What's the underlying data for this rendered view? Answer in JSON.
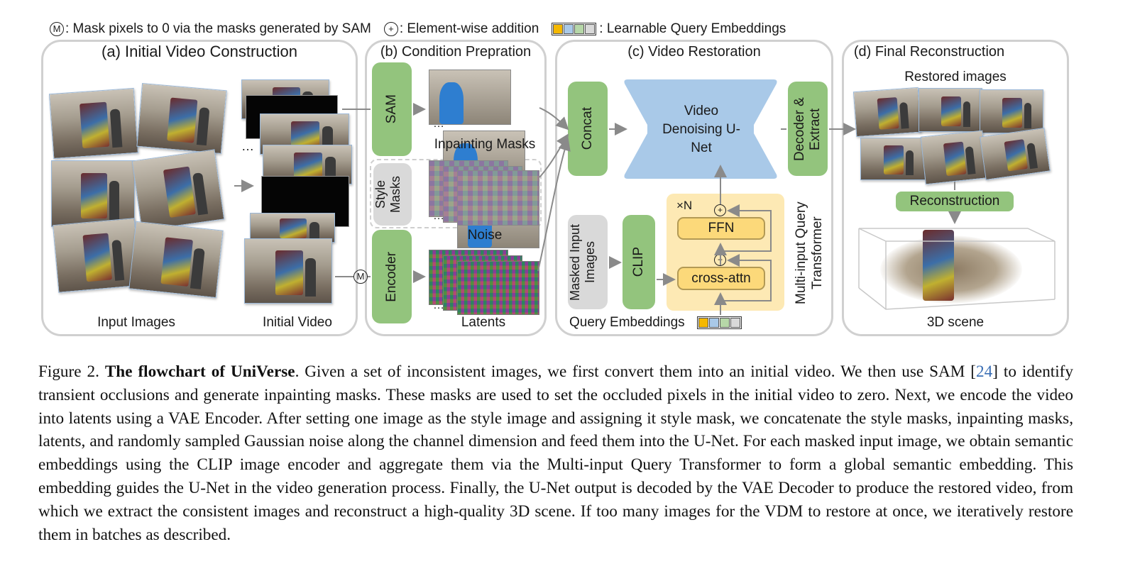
{
  "legend": {
    "mask_symbol": "M",
    "mask_text": ": Mask pixels to 0 via the masks generated by SAM",
    "add_symbol": "+",
    "add_text": ": Element-wise addition",
    "query_text": ": Learnable Query Embeddings"
  },
  "panel_a": {
    "title": "(a) Initial Video Construction",
    "input_label": "Input Images",
    "video_label": "Initial Video",
    "dots": "…"
  },
  "panel_b": {
    "title": "(b) Condition Prepration",
    "sam": "SAM",
    "style_masks": "Style Masks",
    "encoder": "Encoder",
    "inpainting_label": "Inpainting Masks",
    "noise_label": "Noise",
    "latents_label": "Latents",
    "dots": "…"
  },
  "panel_c": {
    "title": "(c) Video Restoration",
    "concat": "Concat",
    "unet": "Video Denoising U-Net",
    "decoder": "Decoder & Extract",
    "masked_input": "Masked Input Images",
    "clip": "CLIP",
    "xn": "×N",
    "ffn": "FFN",
    "cross_attn": "cross-attn",
    "transformer": "Multi-input Query Transformer",
    "query_label": "Query Embeddings"
  },
  "panel_d": {
    "title": "(d) Final Reconstruction",
    "restored_label": "Restored images",
    "reconstruction": "Reconstruction",
    "scene_label": "3D scene"
  },
  "colors": {
    "green": "#93c47d",
    "blue": "#a9c9e8",
    "yellow_bg": "#fde9b4",
    "yellow_btn": "#fcd97a",
    "grey": "#d9d9d9",
    "cite": "#3b6fb5",
    "query_squares": [
      "#f5b800",
      "#a9c9e8",
      "#b6d7a8",
      "#d9d9d9"
    ]
  },
  "caption": {
    "figure": "Figure 2.",
    "bold_title": "The flowchart of UniVerse",
    "text_1": ". Given a set of inconsistent images, we first convert them into an initial video. We then use SAM [",
    "cite": "24",
    "text_2": "] to identify transient occlusions and generate inpainting masks. These masks are used to set the occluded pixels in the initial video to zero. Next, we encode the video into latents using a VAE Encoder. After setting one image as the style image and assigning it style mask, we concatenate the style masks, inpainting masks, latents, and randomly sampled Gaussian noise along the channel dimension and feed them into the U-Net. For each masked input image, we obtain semantic embeddings using the CLIP image encoder and aggregate them via the Multi-input Query Transformer to form a global semantic embedding. This embedding guides the U-Net in the video generation process. Finally, the U-Net output is decoded by the VAE Decoder to produce the restored video, from which we extract the consistent images and reconstruct a high-quality 3D scene. If too many images for the VDM to restore at once, we iteratively restore them in batches as described."
  }
}
